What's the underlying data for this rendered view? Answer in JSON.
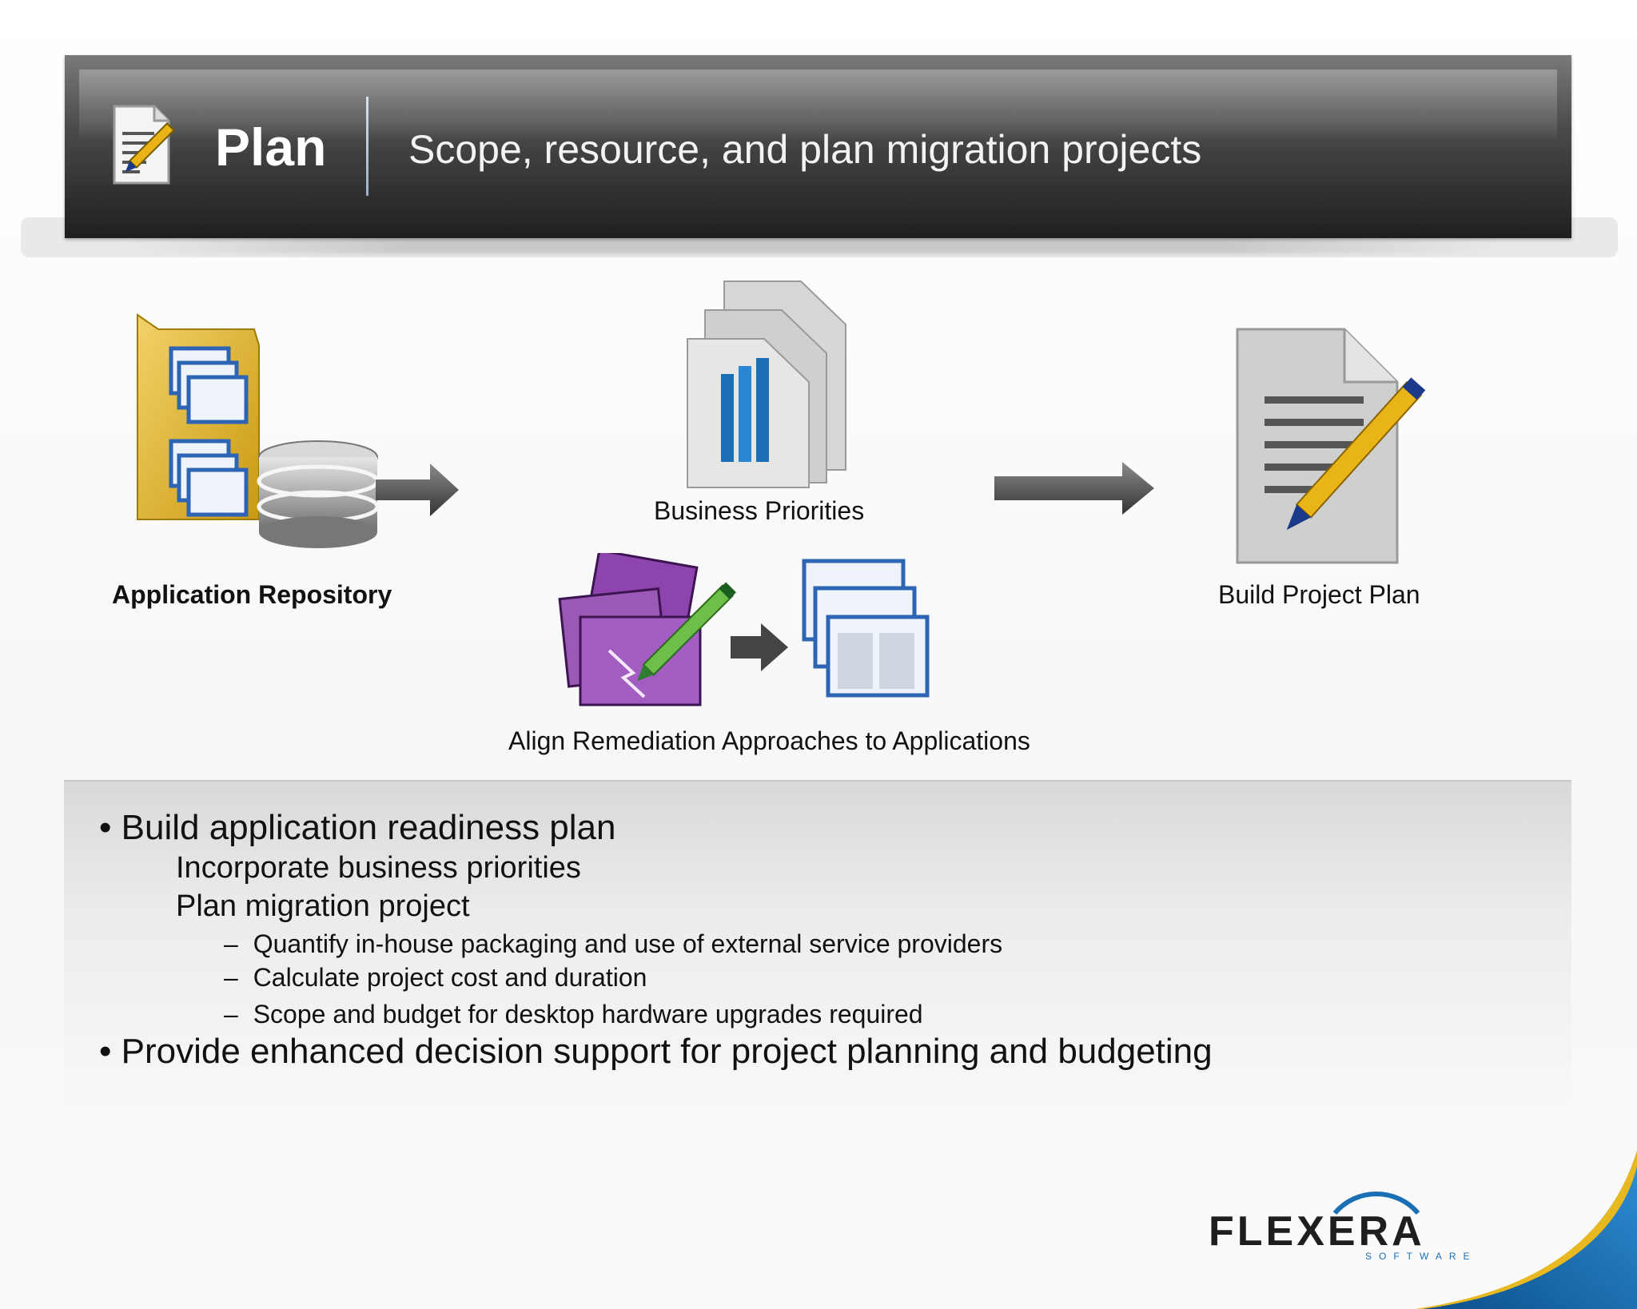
{
  "header": {
    "title": "Plan",
    "subtitle": "Scope, resource, and plan migration projects",
    "icon": "document-pencil-icon"
  },
  "diagram": {
    "nodes": [
      {
        "id": "application-repository",
        "label": "Application Repository",
        "icon": "folder-database-icon"
      },
      {
        "id": "business-priorities",
        "label": "Business Priorities",
        "icon": "bar-chart-document-icon"
      },
      {
        "id": "align-remediation",
        "label": "Align Remediation Approaches to Applications",
        "icon": "remediation-to-applications-icon"
      },
      {
        "id": "build-project-plan",
        "label": "Build Project Plan",
        "icon": "document-pencil-icon"
      }
    ],
    "arrows": [
      "arrow-right-icon",
      "arrow-right-icon",
      "arrow-right-icon"
    ]
  },
  "bullets": {
    "item1": "Build application readiness plan",
    "item1_sub1": "Incorporate business priorities",
    "item1_sub2": "Plan migration project",
    "item1_sub2_a": "Quantify in-house packaging and use of external service providers",
    "item1_sub2_b": "Calculate project cost and duration",
    "item1_sub2_c": "Scope and budget for desktop hardware upgrades required",
    "item2": "Provide enhanced decision support for project planning and budgeting",
    "bullet_glyph": "•",
    "dash_glyph": "–"
  },
  "brand": {
    "name": "FLEXERA",
    "tagline": "SOFTWARE",
    "accent_blue": "#1a6fb5",
    "accent_gold": "#e8b820"
  }
}
